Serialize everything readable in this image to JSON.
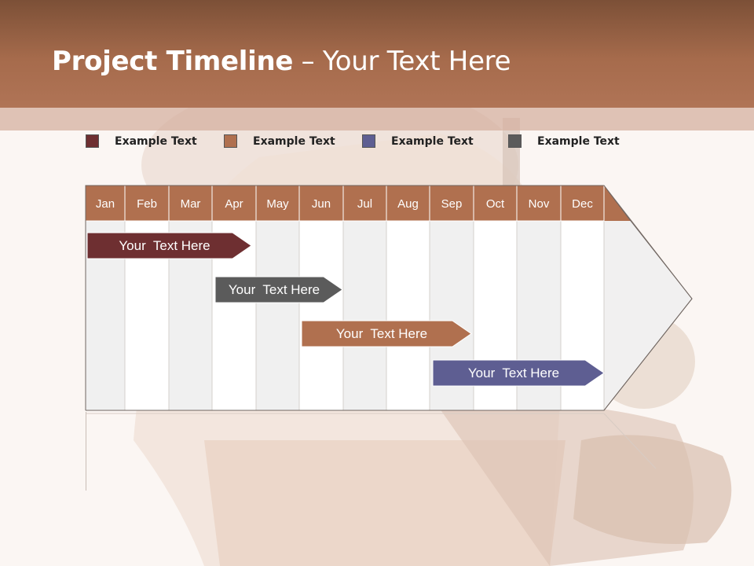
{
  "slide": {
    "title_bold": "Project Timeline",
    "title_rest": " – Your Text Here"
  },
  "legend": [
    {
      "label": "Example Text",
      "color": "#6e2f31"
    },
    {
      "label": "Example Text",
      "color": "#b0704f"
    },
    {
      "label": "Example Text",
      "color": "#5e5e92"
    },
    {
      "label": "Example Text",
      "color": "#5b5b5b"
    }
  ],
  "chart_data": {
    "type": "timeline",
    "months": [
      "Jan",
      "Feb",
      "Mar",
      "Apr",
      "May",
      "Jun",
      "Jul",
      "Aug",
      "Sep",
      "Oct",
      "Nov",
      "Dec"
    ],
    "header_color": "#b0704f",
    "tasks": [
      {
        "label": "Your  Text Here",
        "start": "Jan",
        "end": "Apr",
        "color": "#6e2f31"
      },
      {
        "label": "Your  Text Here",
        "start": "Apr",
        "end": "Jun",
        "color": "#5b5b5b"
      },
      {
        "label": "Your  Text Here",
        "start": "Jun",
        "end": "Sep",
        "color": "#b0704f"
      },
      {
        "label": "Your  Text Here",
        "start": "Sep",
        "end": "Dec",
        "color": "#5e5e92"
      }
    ]
  }
}
